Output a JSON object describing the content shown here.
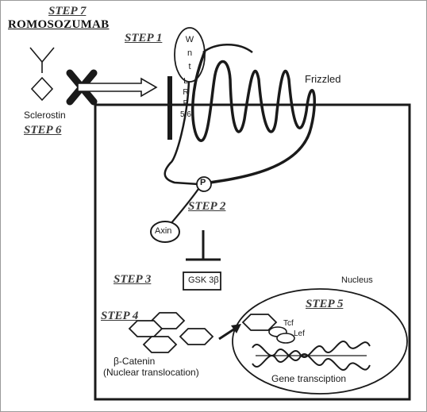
{
  "steps": {
    "step1": "STEP 1",
    "step2": "STEP 2",
    "step3": "STEP 3",
    "step4": "STEP 4",
    "step5": "STEP 5",
    "step6": "STEP 6",
    "step7": "STEP 7"
  },
  "labels": {
    "drug": "ROMOSOZUMAB",
    "sclerostin": "Sclerostin",
    "frizzled": "Frizzled",
    "lrp_letters": [
      "L",
      "R",
      "P",
      "5/6"
    ],
    "wnt_letters": [
      "W",
      "n",
      "t"
    ],
    "phospho": "P",
    "axin": "Axin",
    "gsk": "GSK 3β",
    "nucleus": "Nucleus",
    "tcf": "Tcf",
    "lef": "Lef",
    "beta_catenin": "β-Catenin",
    "nuclear_translocation": "(Nuclear translocation)",
    "gene_transcription": "Gene transciption"
  },
  "colors": {
    "ink": "#1a1a1a",
    "step_text": "#3a3a3a",
    "frame": "#9a9a9a"
  }
}
